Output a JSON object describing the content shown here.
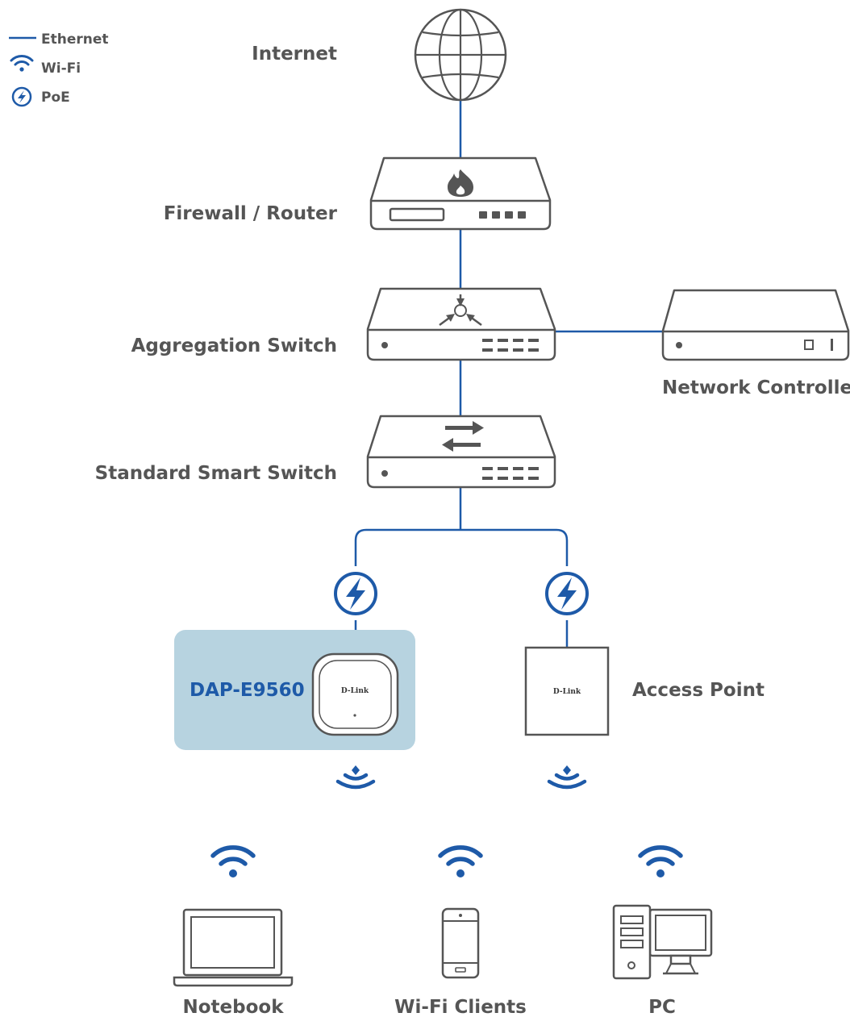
{
  "legend": {
    "ethernet": "Ethernet",
    "wifi": "Wi-Fi",
    "poe": "PoE"
  },
  "nodes": {
    "internet": "Internet",
    "firewall_router": "Firewall / Router",
    "aggregation_switch": "Aggregation Switch",
    "network_controller": "Network Controller",
    "standard_smart_switch": "Standard Smart Switch",
    "highlighted_device": "DAP-E9560",
    "access_point": "Access Point",
    "notebook": "Notebook",
    "wifi_clients": "Wi-Fi Clients",
    "pc": "PC"
  },
  "brand_marks": {
    "highlighted_device": "D-Link",
    "access_point": "D-Link"
  },
  "colors": {
    "ethernet_line": "#1e5aa8",
    "wifi_icon": "#1e5aa8",
    "poe_icon": "#1e5aa8",
    "highlight_panel": "#b7d3e0",
    "device_outline": "#555555",
    "label_text": "#555555",
    "highlight_text": "#1e5aa8"
  },
  "icons": {
    "internet": "globe-icon",
    "firewall": "flame-icon",
    "aggregation": "converging-arrows-icon",
    "smart_switch": "exchange-arrows-icon",
    "poe": "lightning-bolt-icon",
    "wifi": "wifi-icon",
    "broadcast": "wireless-broadcast-icon"
  }
}
